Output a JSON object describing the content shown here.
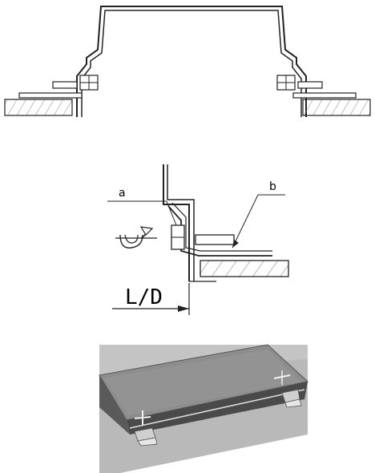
{
  "labels": {
    "a": "a",
    "b": "b",
    "dimension": "L/D"
  },
  "icons": {
    "rotate": "rotate-arrow-icon",
    "plus": "plus-terminal-icon",
    "minus": "minus-terminal-icon"
  },
  "colors": {
    "line": "#222222",
    "hatch": "#888888",
    "panel_top": "#8d8d8d",
    "panel_side": "#4a4a4a",
    "floor": "#b9b9b9",
    "bracket": "#cfcfcf"
  }
}
